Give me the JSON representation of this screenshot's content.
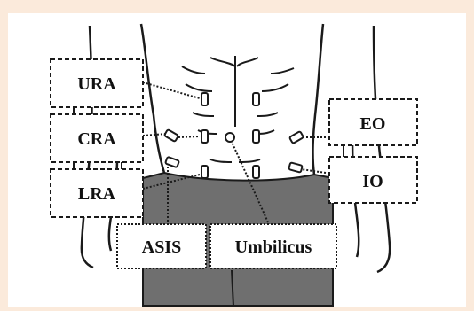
{
  "colors": {
    "frame": "#fbeadb",
    "background": "#ffffff",
    "outline": "#1a1a1a",
    "shorts": "#6f6f6f",
    "label_text": "#111111"
  },
  "labels": {
    "ura": "URA",
    "cra": "CRA",
    "lra": "LRA",
    "eo": "EO",
    "io": "IO",
    "asis": "ASIS",
    "umbilicus": "Umbilicus"
  }
}
